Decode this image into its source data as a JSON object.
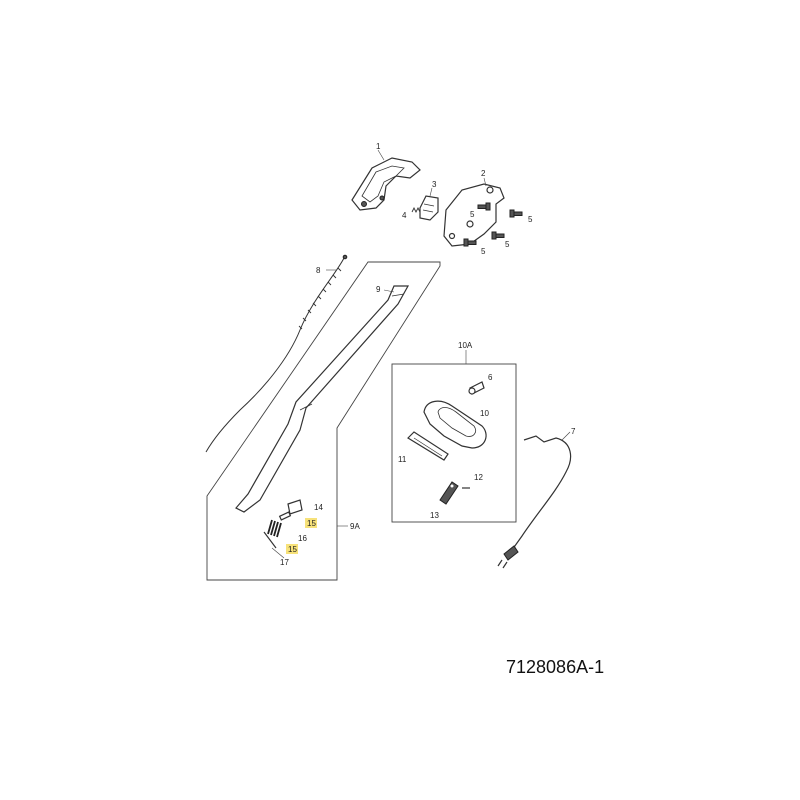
{
  "callouts": {
    "c1": "1",
    "c2": "2",
    "c3": "3",
    "c4": "4",
    "c5a": "5",
    "c5b": "5",
    "c5c": "5",
    "c5d": "5",
    "c6": "6",
    "c7": "7",
    "c8": "8",
    "c9": "9",
    "c9a": "9A",
    "c10": "10",
    "c10a": "10A",
    "c11": "11",
    "c12": "12",
    "c13": "13",
    "c14": "14",
    "c15a": "15",
    "c15b": "15",
    "c16": "16",
    "c17": "17"
  },
  "highlight_color": "#f7e27a",
  "document_id": "7128086A-1"
}
